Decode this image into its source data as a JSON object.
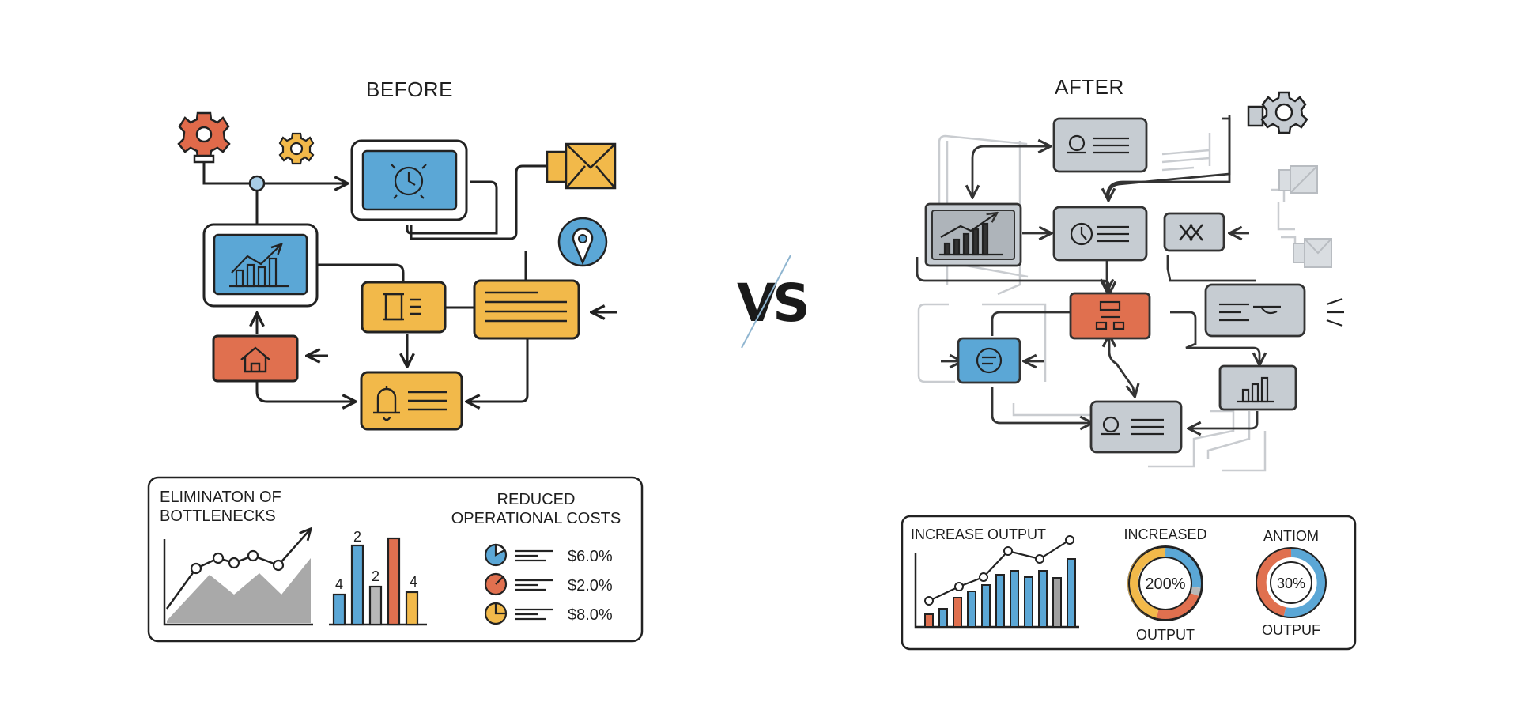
{
  "before": {
    "title": "BEFORE",
    "panel": {
      "left_title_line1": "ELIMINATON OF",
      "left_title_line2": "BOTTLENECKS",
      "bar_labels": [
        "4",
        "2",
        "2",
        "4"
      ],
      "right_title_line1": "REDUCED",
      "right_title_line2": "OPERATIONAL COSTS",
      "costs": [
        {
          "value": "$6.0%",
          "color": "#4a9fd0"
        },
        {
          "value": "$2.0%",
          "color": "#e07050"
        },
        {
          "value": "$8.0%",
          "color": "#f0b840"
        }
      ]
    }
  },
  "vs_label": "VS",
  "after": {
    "title": "AFTER",
    "panel": {
      "output_title": "INCREASE OUTPUT",
      "donut1_top": "INCREASED",
      "donut1_value": "200%",
      "donut1_bottom": "OUTPUT",
      "donut2_top": "ANTIOM",
      "donut2_value": "30%",
      "donut2_bottom": "OUTPUF"
    }
  },
  "colors": {
    "blue": "#5ba7d6",
    "orange": "#e0704f",
    "yellow": "#f2b94a",
    "gray_fill": "#c6ccd2",
    "line": "#222222"
  }
}
